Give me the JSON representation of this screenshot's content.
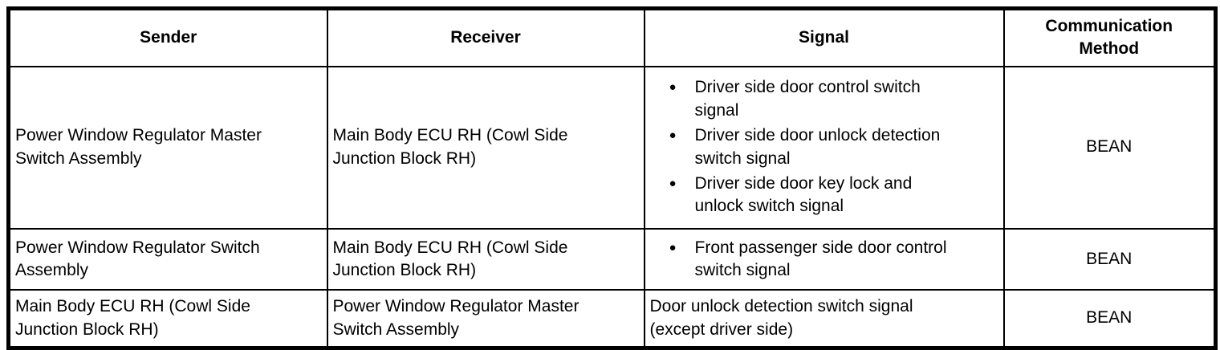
{
  "icons": {
    "bullet": "●"
  },
  "colors": {
    "border": "#000000",
    "text": "#000000",
    "background": "#ffffff"
  },
  "table": {
    "headers": [
      "Sender",
      "Receiver",
      "Signal",
      "Communication\nMethod"
    ],
    "rows": [
      {
        "sender": "Power Window Regulator Master\nSwitch Assembly",
        "receiver": "Main Body ECU RH (Cowl Side\nJunction Block RH)",
        "signals": [
          "Driver side door control switch\nsignal",
          "Driver side door unlock detection\nswitch signal",
          "Driver side door key lock and\nunlock switch signal"
        ],
        "method": "BEAN"
      },
      {
        "sender": "Power Window Regulator Switch\nAssembly",
        "receiver": "Main Body ECU RH (Cowl Side\nJunction Block RH)",
        "signals": [
          "Front passenger side door control\nswitch signal"
        ],
        "method": "BEAN"
      },
      {
        "sender": "Main Body ECU RH (Cowl Side\nJunction Block RH)",
        "receiver": "Power Window Regulator Master\nSwitch Assembly",
        "signal_text": "Door unlock detection switch signal\n(except driver side)",
        "method": "BEAN"
      }
    ]
  }
}
